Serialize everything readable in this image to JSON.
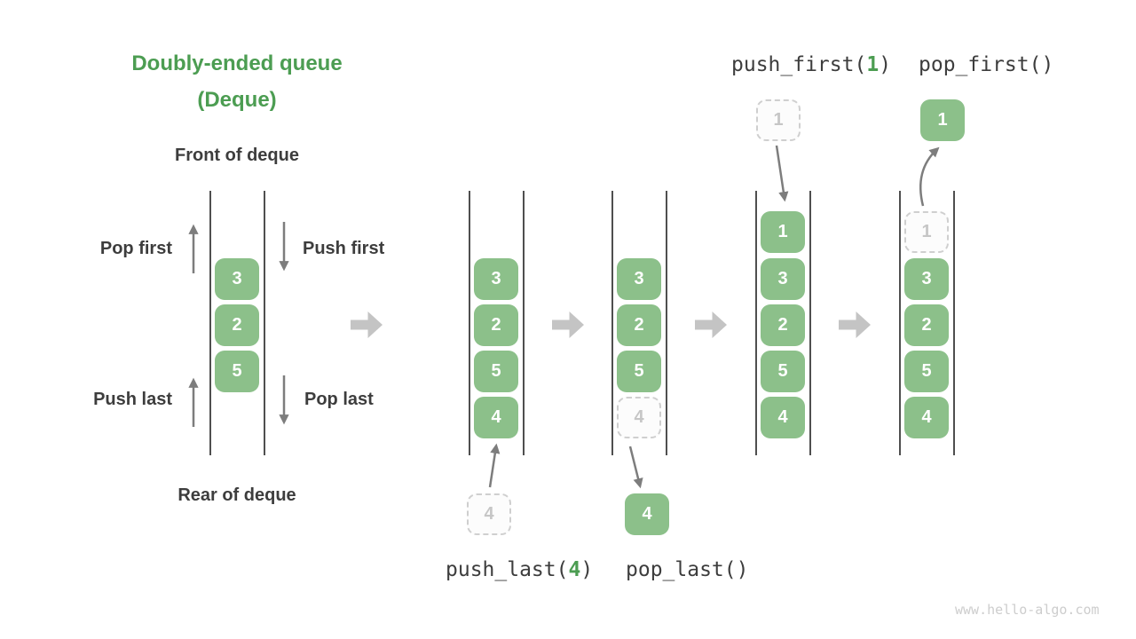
{
  "title": {
    "line1": "Doubly-ended queue",
    "line2": "(Deque)"
  },
  "deque_labels": {
    "front": "Front of deque",
    "rear": "Rear of deque",
    "pop_first": "Pop first",
    "push_first": "Push first",
    "push_last": "Push last",
    "pop_last": "Pop last"
  },
  "operations": {
    "push_first": {
      "prefix": "push_first(",
      "arg": "1",
      "suffix": ")"
    },
    "pop_first": {
      "text": "pop_first()"
    },
    "push_last": {
      "prefix": "push_last(",
      "arg": "4",
      "suffix": ")"
    },
    "pop_last": {
      "text": "pop_last()"
    }
  },
  "columns": [
    {
      "name": "concept-deque",
      "cells": [
        {
          "value": "3",
          "ghost": false
        },
        {
          "value": "2",
          "ghost": false
        },
        {
          "value": "5",
          "ghost": false
        }
      ]
    },
    {
      "name": "step-push-last",
      "cells": [
        {
          "value": "3",
          "ghost": false
        },
        {
          "value": "2",
          "ghost": false
        },
        {
          "value": "5",
          "ghost": false
        },
        {
          "value": "4",
          "ghost": false
        }
      ],
      "floating": {
        "value": "4",
        "ghost": true,
        "position": "below-column"
      }
    },
    {
      "name": "step-pop-last",
      "cells": [
        {
          "value": "3",
          "ghost": false
        },
        {
          "value": "2",
          "ghost": false
        },
        {
          "value": "5",
          "ghost": false
        },
        {
          "value": "4",
          "ghost": true
        }
      ],
      "floating": {
        "value": "4",
        "ghost": false,
        "position": "below-column"
      }
    },
    {
      "name": "step-push-first",
      "cells": [
        {
          "value": "1",
          "ghost": false
        },
        {
          "value": "3",
          "ghost": false
        },
        {
          "value": "2",
          "ghost": false
        },
        {
          "value": "5",
          "ghost": false
        },
        {
          "value": "4",
          "ghost": false
        }
      ],
      "floating": {
        "value": "1",
        "ghost": true,
        "position": "above-column"
      }
    },
    {
      "name": "step-pop-first",
      "cells": [
        {
          "value": "1",
          "ghost": true
        },
        {
          "value": "3",
          "ghost": false
        },
        {
          "value": "2",
          "ghost": false
        },
        {
          "value": "5",
          "ghost": false
        },
        {
          "value": "4",
          "ghost": false
        }
      ],
      "floating": {
        "value": "1",
        "ghost": false,
        "position": "above-column"
      }
    }
  ],
  "watermark": "www.hello-algo.com",
  "colors": {
    "green_accent": "#4c9d52",
    "cell_green": "#8cc08a",
    "dark_text": "#3d3d3d",
    "ghost_border": "#cfcfcf",
    "ghost_text": "#c6c6c6",
    "thin_arrow": "#7d7d7d",
    "flow_arrow": "#c4c4c4",
    "watermark": "#cdcdcd"
  }
}
